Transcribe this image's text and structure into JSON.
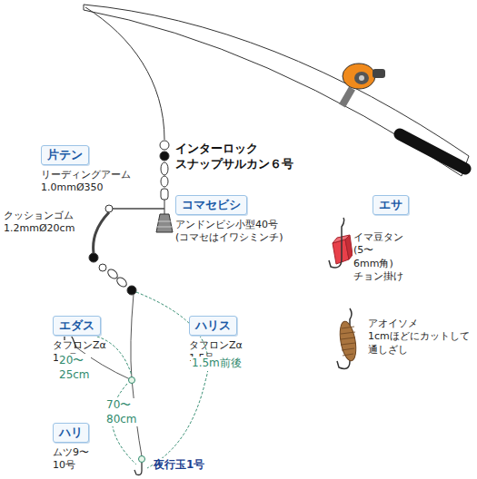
{
  "diagram": {
    "nodes": [
      {
        "text": [
          "片テン",
          "リーディングアーム 1.0mmØ350"
        ]
      },
      {
        "text": [
          "コマセビシ",
          "アンドンビシ小型40号 (コマセはイワシミンチ)"
        ]
      },
      {
        "text": [
          "エダス",
          "タフロンZα 1.5号"
        ]
      },
      {
        "text": [
          "ハリス",
          "タフロンZα 1.5号"
        ]
      },
      {
        "text": [
          "ハリ",
          "ムツ9〜10号"
        ]
      },
      {
        "text": [
          "エサ"
        ]
      }
    ],
    "labels": [
      "インターロック スナップサルカン６号",
      "クッションゴム 1.2mmØ20cm",
      "20〜25cm",
      "1.5m前後",
      "70〜80cm",
      "夜行玉1号",
      "イマ豆タン (5〜6mm角) チョン掛け",
      "アオイソメ 1cmほどにカットして 通しざし"
    ]
  }
}
